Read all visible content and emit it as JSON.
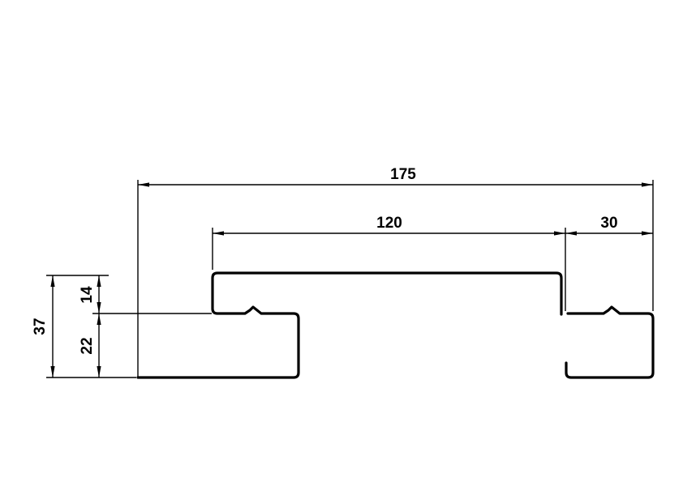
{
  "drawing": {
    "background_color": "#ffffff",
    "line_color": "#000000",
    "type": "profile-cross-section",
    "dimensions": {
      "overall_width": {
        "label": "175",
        "orientation": "horizontal"
      },
      "top_face_width": {
        "label": "120",
        "orientation": "horizontal"
      },
      "right_lap_width": {
        "label": "30",
        "orientation": "horizontal"
      },
      "overall_height": {
        "label": "37",
        "orientation": "vertical"
      },
      "upper_step_height": {
        "label": "14",
        "orientation": "vertical"
      },
      "lower_step_height": {
        "label": "22",
        "orientation": "vertical"
      }
    }
  }
}
